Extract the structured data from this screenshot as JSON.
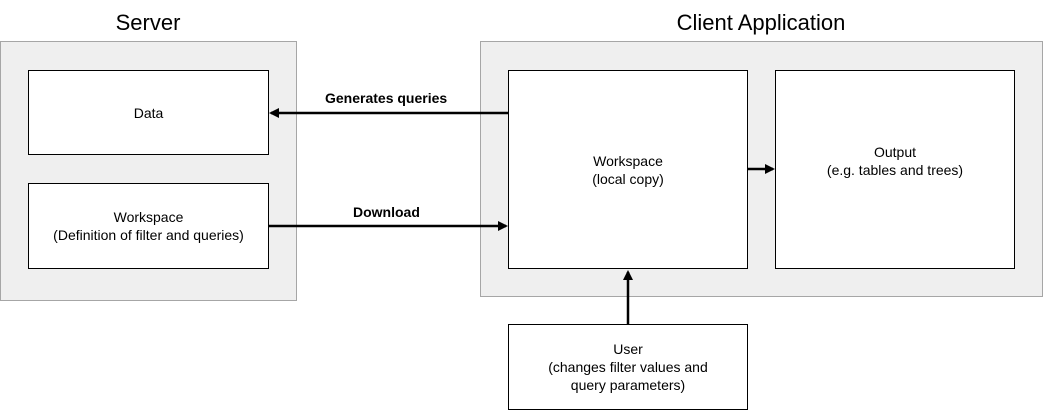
{
  "titles": {
    "server": "Server",
    "client": "Client Application"
  },
  "boxes": {
    "data": {
      "line1": "Data"
    },
    "server_workspace": {
      "line1": "Workspace",
      "line2": "(Definition of filter and queries)"
    },
    "client_workspace": {
      "line1": "Workspace",
      "line2": "(local copy)"
    },
    "output": {
      "line1": "Output",
      "line2": "(e.g. tables and trees)"
    },
    "user": {
      "line1": "User",
      "line2": "(changes filter values and",
      "line3": "query parameters)"
    }
  },
  "edges": {
    "generates_queries": "Generates queries",
    "download": "Download"
  }
}
